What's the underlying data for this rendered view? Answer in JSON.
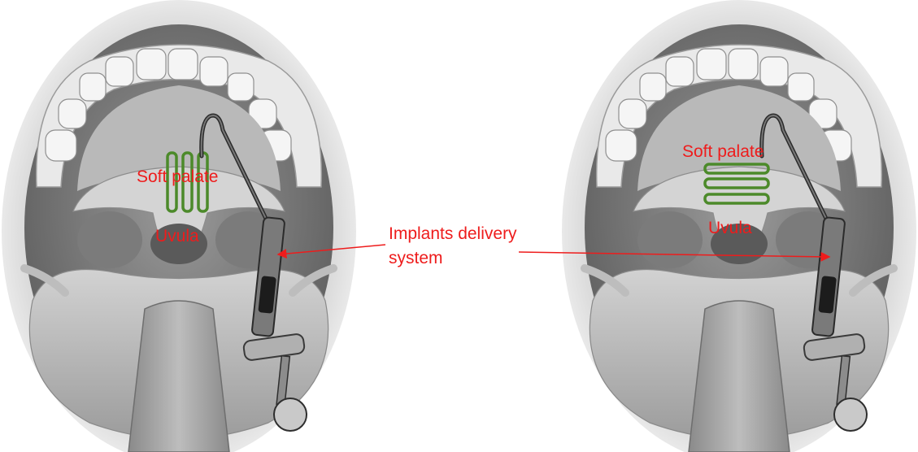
{
  "left_panel": {
    "soft_palate_label": "Soft palate",
    "uvula_label": "Uvula",
    "implant_orientation": "vertical",
    "implant_count": 3
  },
  "right_panel": {
    "soft_palate_label": "Soft palate",
    "uvula_label": "Uvula",
    "implant_orientation": "horizontal",
    "implant_count": 3
  },
  "center": {
    "delivery_label_line1": "Implants delivery",
    "delivery_label_line2": "system"
  },
  "colors": {
    "label": "#ee1c1c",
    "implant": "#4c8a2a",
    "arrow": "#ee1c1c"
  }
}
